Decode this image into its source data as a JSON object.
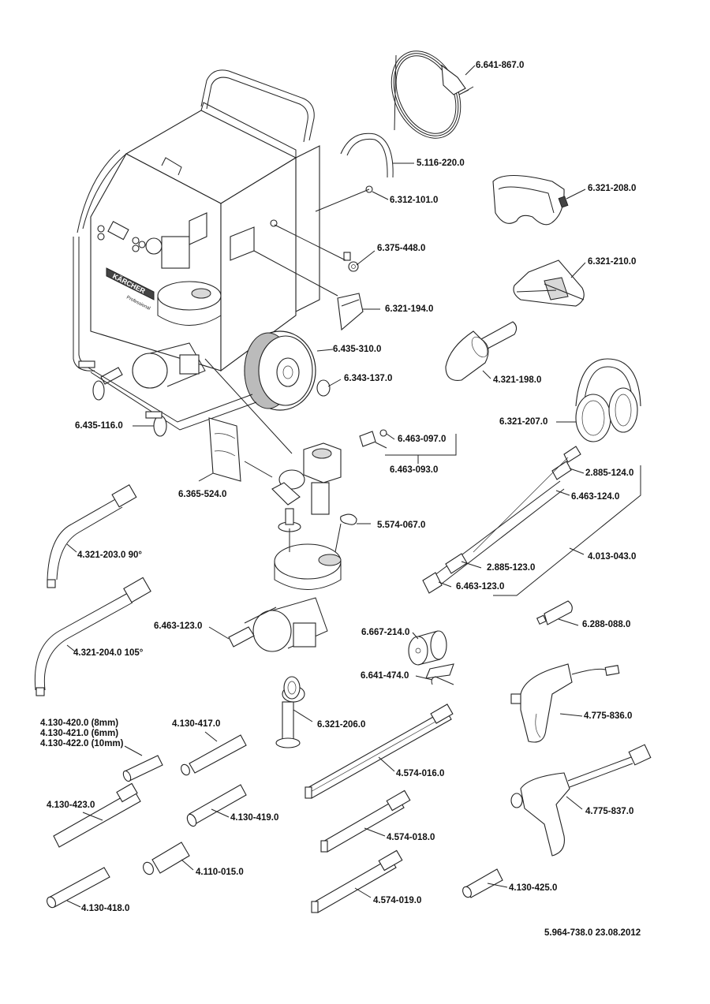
{
  "document": {
    "type": "exploded spare parts diagram",
    "footer": "5.964-738.0  23.08.2012"
  },
  "parts": {
    "power_cable": "6.641-867.0",
    "hose_5116": "5.116-220.0",
    "seal_6312": "6.312-101.0",
    "goggles": "6.321-208.0",
    "lock": "6.375-448.0",
    "gloves": "6.321-210.0",
    "handle_cover": "6.321-194.0",
    "wheel": "6.435-310.0",
    "hub_cap": "6.343-137.0",
    "scoop": "4.321-198.0",
    "ear_defenders": "6.321-207.0",
    "castor": "6.435-116.0",
    "fitting_097": "6.463-097.0",
    "fitting_set_093": "6.463-093.0",
    "bag": "6.365-524.0",
    "hose_2885_124": "2.885-124.0",
    "coupling_124": "6.463-124.0",
    "gasket_5574": "5.574-067.0",
    "elbow_90": "4.321-203.0 90°",
    "hose_2885_123": "2.885-123.0",
    "hose_assembly": "4.013-043.0",
    "coupling_123_right": "6.463-123.0",
    "grease_tube": "6.288-088.0",
    "elbow_105": "4.321-204.0 105°",
    "coupling_123_left": "6.463-123.0",
    "tape": "6.667-214.0",
    "pin": "6.641-474.0",
    "nozzle_420": "4.130-420.0 (8mm)",
    "nozzle_421": "4.130-421.0 (6mm)",
    "nozzle_422": "4.130-422.0 (10mm)",
    "nozzle_417": "4.130-417.0",
    "holder": "6.321-206.0",
    "gun_836": "4.775-836.0",
    "lance_016": "4.574-016.0",
    "nozzle_423": "4.130-423.0",
    "nozzle_419": "4.130-419.0",
    "gun_837": "4.775-837.0",
    "lance_018": "4.574-018.0",
    "nozzle_015": "4.110-015.0",
    "lance_019": "4.574-019.0",
    "nozzle_425": "4.130-425.0",
    "nozzle_418": "4.130-418.0"
  },
  "machine": {
    "brand": "KÄRCHER",
    "model_line": "Professional"
  }
}
